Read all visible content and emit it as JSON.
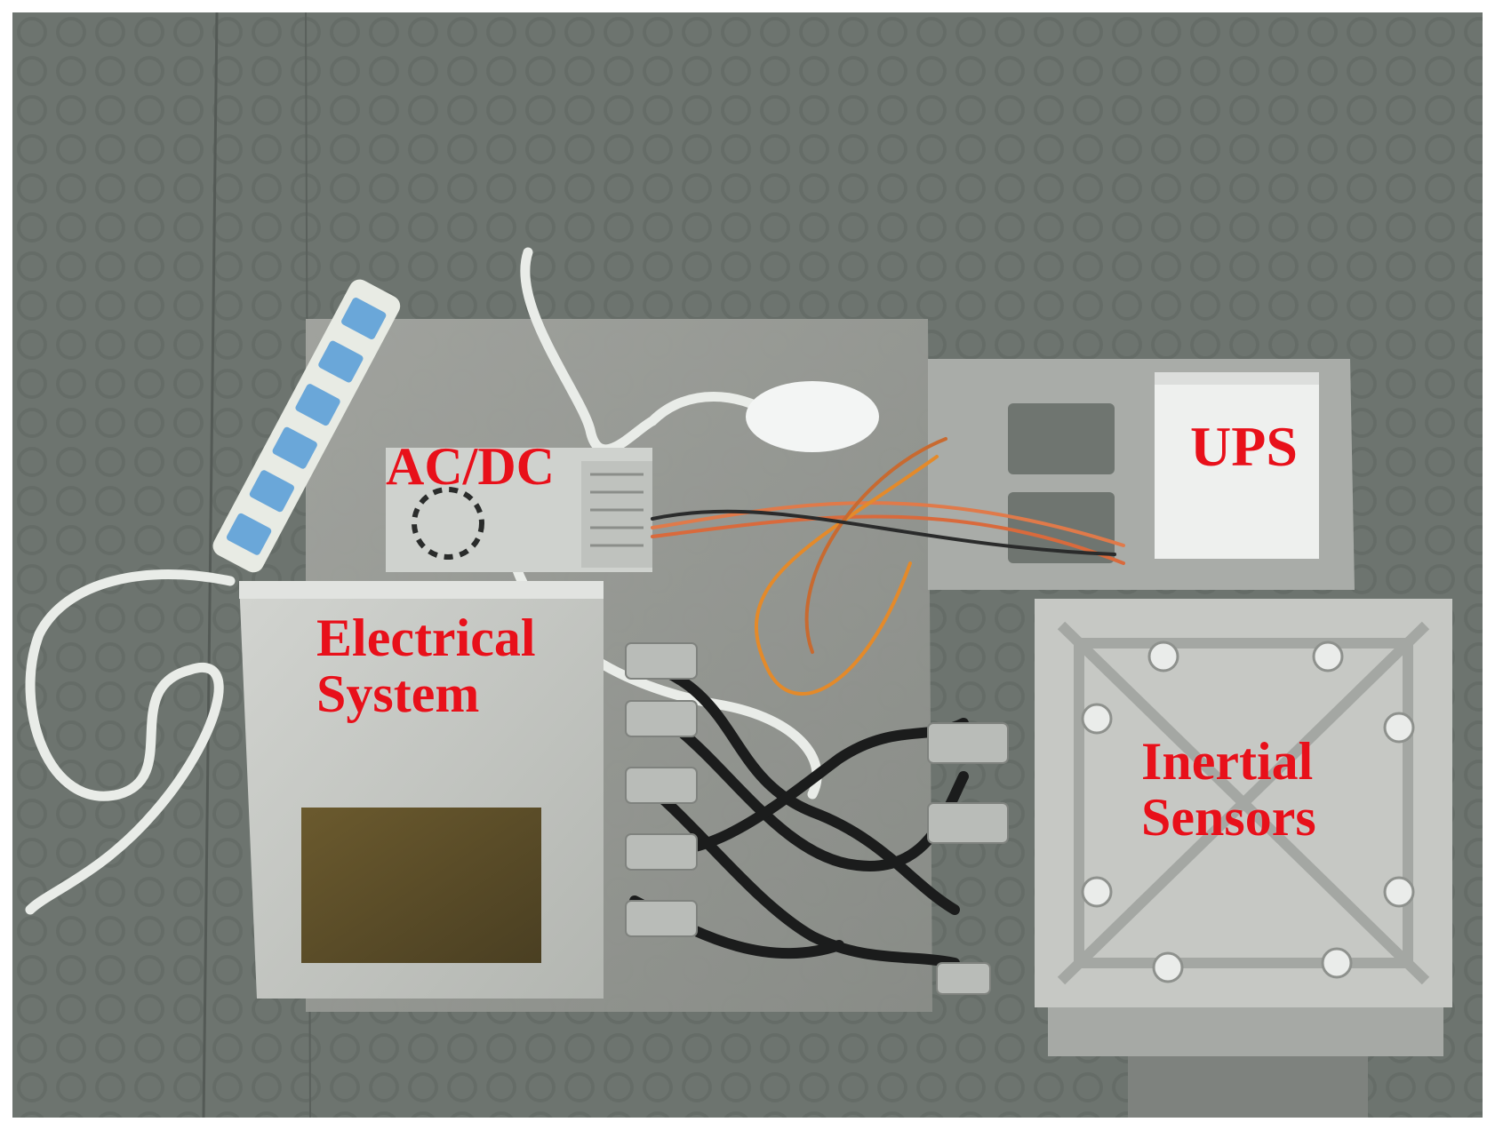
{
  "photo": {
    "subject": "hardware-test-rig",
    "labels": {
      "acdc": "AC/DC",
      "ups": "UPS",
      "electrical": [
        "Electrical",
        "System"
      ],
      "inertial": [
        "Inertial",
        "Sensors"
      ]
    },
    "colors": {
      "label": "#e8101a",
      "floor": "#6d746f",
      "plate": "#9a9d98",
      "aluminum": "#c9cbc7"
    }
  }
}
